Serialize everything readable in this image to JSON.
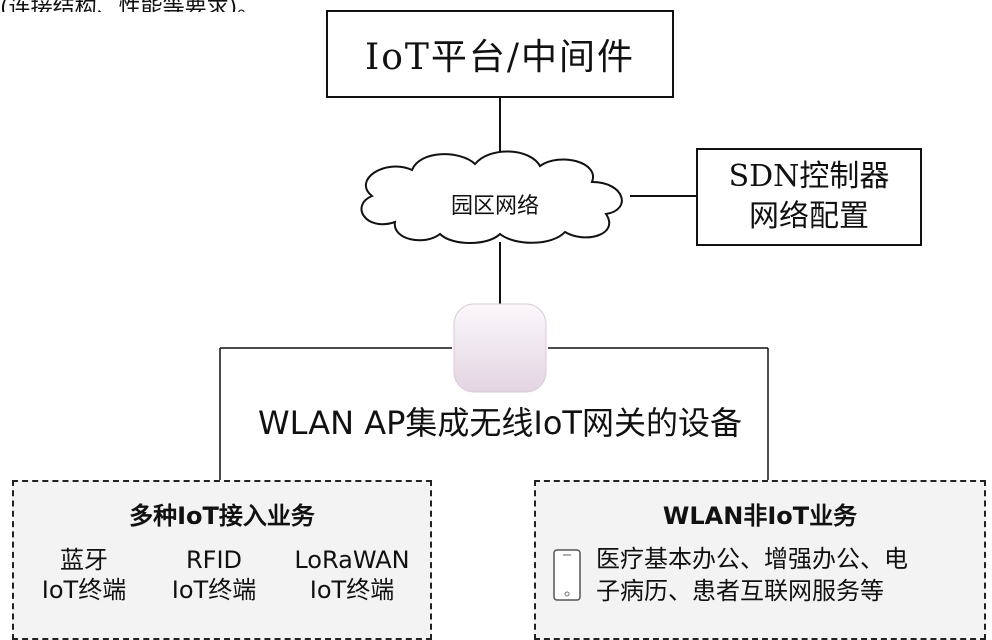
{
  "top_fragment": "(连接结构、性能等要求)。",
  "iot_platform": "IoT平台/中间件",
  "cloud_label": "园区网络",
  "sdn": {
    "line1": "SDN控制器",
    "line2": "网络配置"
  },
  "device_title": "WLAN AP集成无线IoT网关的设备",
  "left_panel": {
    "title": "多种IoT接入业务",
    "terminals": [
      {
        "name": "蓝牙",
        "type": "IoT终端"
      },
      {
        "name": "RFID",
        "type": "IoT终端"
      },
      {
        "name": "LoRaWAN",
        "type": "IoT终端"
      }
    ]
  },
  "right_panel": {
    "title": "WLAN非IoT业务",
    "icon": "tablet-icon",
    "line1": "医疗基本办公、增强办公、电",
    "line2": "子病历、患者互联网服务等"
  },
  "colors": {
    "line": "#111111",
    "panel_bg": "#f3f3f3",
    "ap_device": "#efe6ee"
  }
}
